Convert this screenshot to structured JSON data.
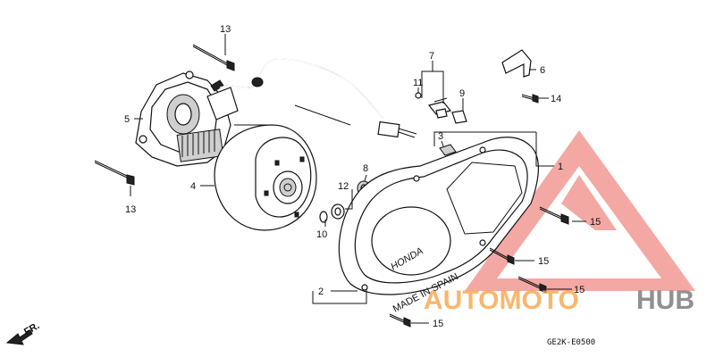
{
  "diagram": {
    "callouts": [
      {
        "id": "c13a",
        "text": "13"
      },
      {
        "id": "c13b",
        "text": "13"
      },
      {
        "id": "c5",
        "text": "5"
      },
      {
        "id": "c4",
        "text": "4"
      },
      {
        "id": "c7",
        "text": "7"
      },
      {
        "id": "c11",
        "text": "11"
      },
      {
        "id": "c9",
        "text": "9"
      },
      {
        "id": "c6",
        "text": "6"
      },
      {
        "id": "c14",
        "text": "14"
      },
      {
        "id": "c3",
        "text": "3"
      },
      {
        "id": "c1",
        "text": "1"
      },
      {
        "id": "c8",
        "text": "8"
      },
      {
        "id": "c12",
        "text": "12"
      },
      {
        "id": "c10",
        "text": "10"
      },
      {
        "id": "c2",
        "text": "2"
      },
      {
        "id": "c15a",
        "text": "15"
      },
      {
        "id": "c15b",
        "text": "15"
      },
      {
        "id": "c15c",
        "text": "15"
      },
      {
        "id": "c15d",
        "text": "15"
      }
    ],
    "cover_brand": "HONDA",
    "cover_origin": "MADE IN SPAIN",
    "direction_label": "FR.",
    "diagram_code": "GE2K-E0500"
  },
  "watermark": {
    "brand_part_a": "AUTOMOTO",
    "brand_part_b": "HUB",
    "color_a": "#f7a64a",
    "color_b": "#6b6b6b",
    "triangle_color": "#f08a84"
  },
  "colors": {
    "line": "#111111",
    "background": "#ffffff"
  }
}
